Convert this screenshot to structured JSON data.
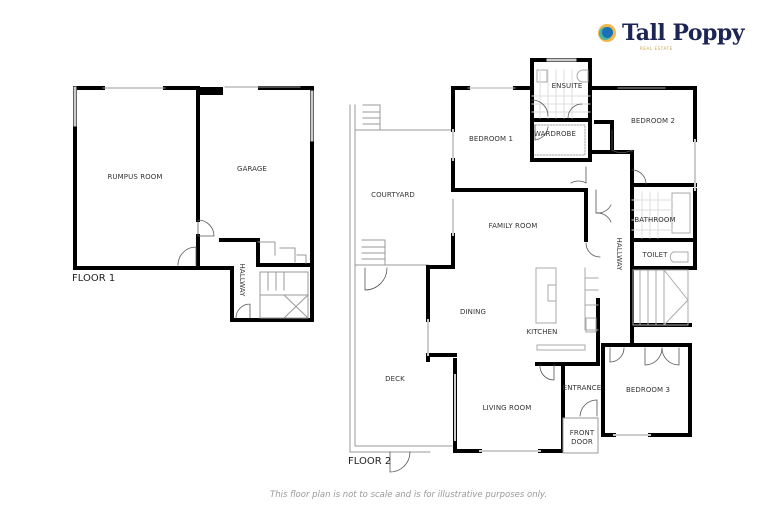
{
  "brand": {
    "name": "Tall Poppy",
    "tagline": "REAL ESTATE",
    "colors": {
      "navy": "#1c2554",
      "gold": "#f0b84a",
      "blue": "#1b6fb5",
      "teal": "#49b3a6"
    }
  },
  "floors": [
    {
      "label": "FLOOR 1",
      "rooms": [
        "RUMPUS ROOM",
        "GARAGE",
        "HALLWAY"
      ]
    },
    {
      "label": "FLOOR 2",
      "rooms": [
        "COURTYARD",
        "BEDROOM 1",
        "ENSUITE",
        "WARDROBE",
        "BEDROOM 2",
        "FAMILY ROOM",
        "BATHROOM",
        "TOILET",
        "HALLWAY",
        "DINING",
        "KITCHEN",
        "DECK",
        "LIVING ROOM",
        "ENTRANCE",
        "FRONT DOOR",
        "BEDROOM 3"
      ]
    }
  ],
  "labels": {
    "floor1": "FLOOR 1",
    "floor2": "FLOOR 2",
    "rumpus": "RUMPUS ROOM",
    "garage": "GARAGE",
    "hallway1": "HALLWAY",
    "courtyard": "COURTYARD",
    "bedroom1": "BEDROOM 1",
    "ensuite": "ENSUITE",
    "wardrobe": "WARDROBE",
    "bedroom2": "BEDROOM 2",
    "family": "FAMILY ROOM",
    "bathroom": "BATHROOM",
    "toilet": "TOILET",
    "hallway2": "HALLWAY",
    "dining": "DINING",
    "kitchen": "KITCHEN",
    "deck": "DECK",
    "living": "LIVING ROOM",
    "entrance": "ENTRANCE",
    "front_door_1": "FRONT",
    "front_door_2": "DOOR",
    "bedroom3": "BEDROOM 3"
  },
  "disclaimer": "This floor plan is not to scale and is for illustrative purposes only."
}
